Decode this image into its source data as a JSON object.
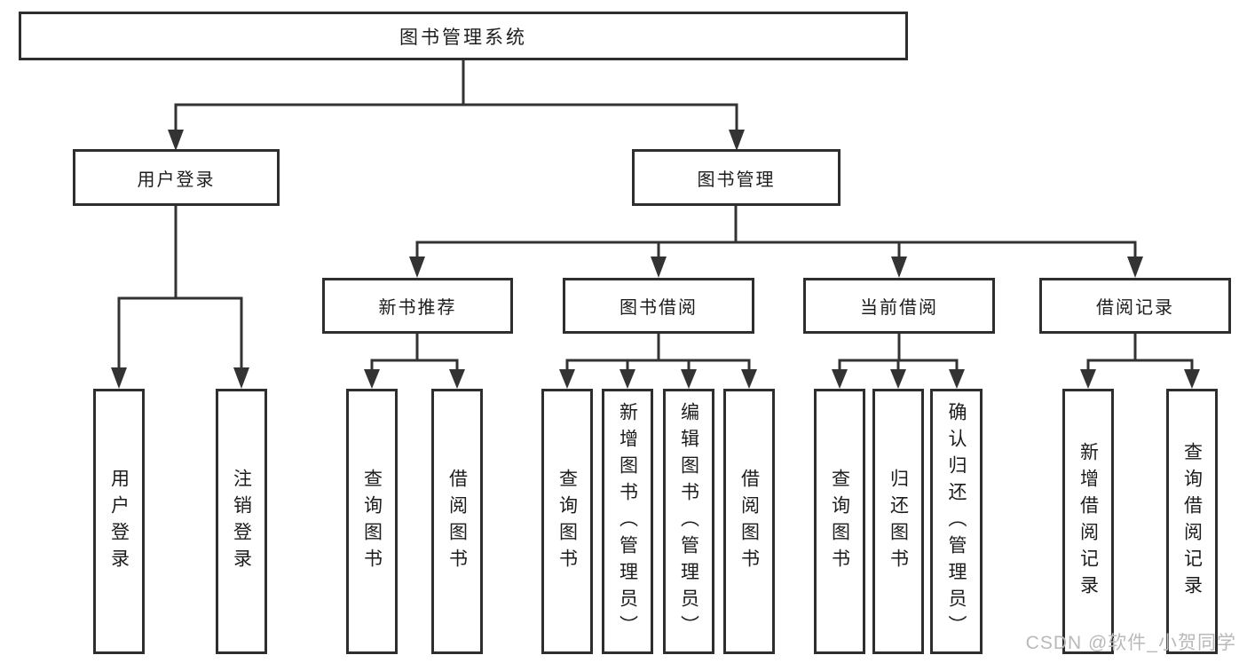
{
  "colors": {
    "line": "#333333",
    "box-border": "#2e2e2e",
    "text": "#1c1c1c",
    "watermark": "#b9b9b9",
    "background": "#ffffff"
  },
  "watermark": {
    "text": "CSDN @软件_小贺同学"
  },
  "tree": {
    "label": "图书管理系统",
    "children": [
      {
        "label": "用户登录",
        "children": [
          {
            "label": "用户登录"
          },
          {
            "label": "注销登录"
          }
        ]
      },
      {
        "label": "图书管理",
        "children": [
          {
            "label": "新书推荐",
            "children": [
              {
                "label": "查询图书"
              },
              {
                "label": "借阅图书"
              }
            ]
          },
          {
            "label": "图书借阅",
            "children": [
              {
                "label": "查询图书"
              },
              {
                "label": "新增图书（管理员）"
              },
              {
                "label": "编辑图书（管理员）"
              },
              {
                "label": "借阅图书"
              }
            ]
          },
          {
            "label": "当前借阅",
            "children": [
              {
                "label": "查询图书"
              },
              {
                "label": "归还图书"
              },
              {
                "label": "确认归还（管理员）"
              }
            ]
          },
          {
            "label": "借阅记录",
            "children": [
              {
                "label": "新增借阅记录"
              },
              {
                "label": "查询借阅记录"
              }
            ]
          }
        ]
      }
    ]
  }
}
